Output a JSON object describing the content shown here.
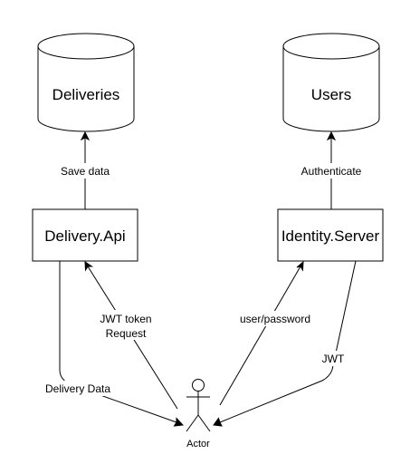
{
  "diagram": {
    "nodes": {
      "deliveries_db": {
        "label": "Deliveries"
      },
      "users_db": {
        "label": "Users"
      },
      "delivery_api": {
        "label": "Delivery.Api"
      },
      "identity_server": {
        "label": "Identity.Server"
      },
      "actor": {
        "label": "Actor"
      }
    },
    "edges": {
      "save_data": {
        "label": "Save data"
      },
      "authenticate": {
        "label": "Authenticate"
      },
      "jwt_token_request": {
        "label_line1": "JWT token",
        "label_line2": "Request"
      },
      "user_password": {
        "label": "user/password"
      },
      "delivery_data": {
        "label": "Delivery Data"
      },
      "jwt": {
        "label": "JWT"
      }
    },
    "colors": {
      "stroke": "#000000",
      "fill": "#ffffff",
      "text": "#000000"
    }
  }
}
